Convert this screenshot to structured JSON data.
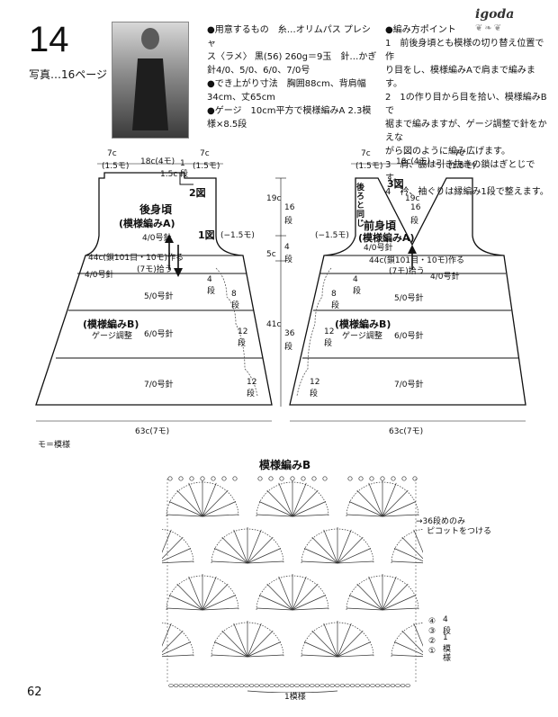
{
  "header": {
    "number": "14",
    "photo_ref": "写真…16ページ",
    "brand": "igoda",
    "brand_deco": "❦❧❦",
    "materials": [
      "●用意するもの　糸…オリムパス プレシャ",
      "ス〈ラメ〉 黒(56) 260g＝9玉　針…かぎ",
      "針4/0、5/0、6/0、7/0号",
      "●でき上がり寸法　胸囲88cm、背肩幅",
      "34cm、丈65cm",
      "●ゲージ　10cm平方で模様編みA 2.3模",
      "様×8.5段"
    ],
    "points": [
      "●編み方ポイント",
      "1　前後身頃とも模様の切り替え位置で作",
      "り目をし、模様編みAで肩まで編みます。",
      "2　1の作り目から目を拾い、模様編みBで",
      "裾まで編みますが、ゲージ調整で針をかえな",
      "がら図のように編み広げます。",
      "3　肩、脇は引き抜きの鎖はぎとじです。",
      "4　衿、袖ぐりは縁編み1段で整えます。"
    ]
  },
  "back": {
    "top_left": "7c",
    "top_left2": "(1.5モ)",
    "top_mid": "18c(4モ)",
    "top_right": "7c",
    "top_right2": "(1.5モ)",
    "neck_1": "1",
    "neck_dan": "段",
    "neck_15c": "1.5c",
    "fig2": "2図",
    "title": "後身頃",
    "pattern": "(模様編みA)",
    "needle": "4/0号針",
    "fig1": "1図",
    "minus15": "(−1.5モ)",
    "side_19c": "19c",
    "side_16": "16",
    "side_16d": "段",
    "side_5c": "5c",
    "side_4": "4",
    "side_4d": "段",
    "chain": "44c(鎖101目・10モ)作る",
    "pickup": "(7モ)拾う",
    "n40": "4/0号針",
    "s4": "4",
    "s4d": "段",
    "s8": "8",
    "s8d": "段",
    "n50": "5/0号針",
    "patB": "(模様編みB)",
    "gauge": "ゲージ調整",
    "n60": "6/0号針",
    "s12a": "12",
    "s12ad": "段",
    "n70": "7/0号針",
    "s12b": "12",
    "s12bd": "段",
    "h41c": "41c",
    "h36": "36",
    "h36d": "段",
    "bottom": "63c(7モ)"
  },
  "front": {
    "top_left": "7c",
    "top_left2": "(1.5モ)",
    "top_mid": "18c(4モ)",
    "top_right": "7c",
    "top_right2": "(1.5モ)",
    "same_as_back": "後ろと同じ",
    "fig3": "3図",
    "c19": "19c",
    "c16": "16",
    "c16d": "段",
    "minus15": "(−1.5モ)",
    "title": "前身頃",
    "pattern": "(模様編みA)",
    "needle": "4/0号針",
    "chain": "44c(鎖101目・10モ)作る",
    "pickup": "(7モ)拾う",
    "n40": "4/0号針",
    "s4": "4",
    "s4d": "段",
    "s8": "8",
    "s8d": "段",
    "n50": "5/0号針",
    "patB": "(模様編みB)",
    "gauge": "ゲージ調整",
    "n60": "6/0号針",
    "s12a": "12",
    "s12ad": "段",
    "n70": "7/0号針",
    "s12b": "12",
    "s12bd": "段",
    "bottom": "63c(7モ)"
  },
  "legend_note": "モ＝模様",
  "pattern_title": "模様編みB",
  "chart": {
    "picot_note1": "→36段めのみ",
    "picot_note2": "ピコットをつける",
    "rows": [
      "④",
      "③",
      "②",
      "①"
    ],
    "rows_note1": "4",
    "rows_note2": "段",
    "rows_note3": "1",
    "rows_note4": "模",
    "rows_note5": "様",
    "repeat": "1模様"
  },
  "page_number": "62"
}
